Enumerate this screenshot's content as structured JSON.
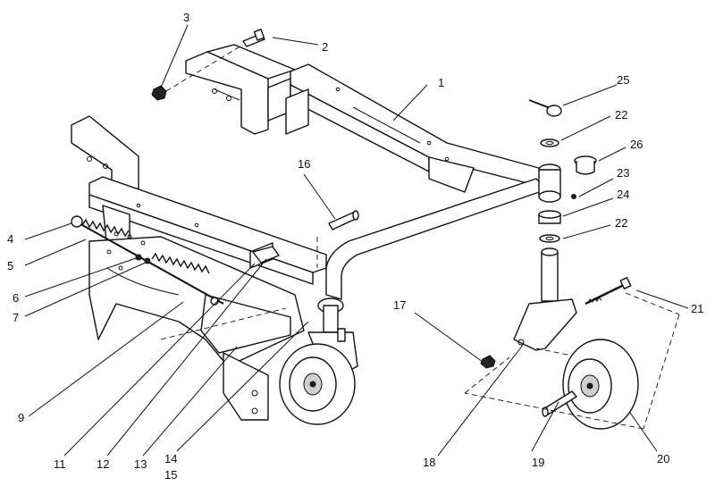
{
  "callouts": [
    {
      "id": "c1",
      "text": "1"
    },
    {
      "id": "c2",
      "text": "2"
    },
    {
      "id": "c3",
      "text": "3"
    },
    {
      "id": "c4",
      "text": "4"
    },
    {
      "id": "c5",
      "text": "5"
    },
    {
      "id": "c6",
      "text": "6"
    },
    {
      "id": "c7",
      "text": "7"
    },
    {
      "id": "c9",
      "text": "9"
    },
    {
      "id": "c11",
      "text": "11"
    },
    {
      "id": "c12",
      "text": "12"
    },
    {
      "id": "c13",
      "text": "13"
    },
    {
      "id": "c14",
      "text": "14"
    },
    {
      "id": "c15",
      "text": "15"
    },
    {
      "id": "c16",
      "text": "16"
    },
    {
      "id": "c17",
      "text": "17"
    },
    {
      "id": "c18",
      "text": "18"
    },
    {
      "id": "c19",
      "text": "19"
    },
    {
      "id": "c20",
      "text": "20"
    },
    {
      "id": "c21",
      "text": "21"
    },
    {
      "id": "c22a",
      "text": "22"
    },
    {
      "id": "c22b",
      "text": "22"
    },
    {
      "id": "c23",
      "text": "23"
    },
    {
      "id": "c24",
      "text": "24"
    },
    {
      "id": "c25",
      "text": "25"
    },
    {
      "id": "c26",
      "text": "26"
    }
  ]
}
